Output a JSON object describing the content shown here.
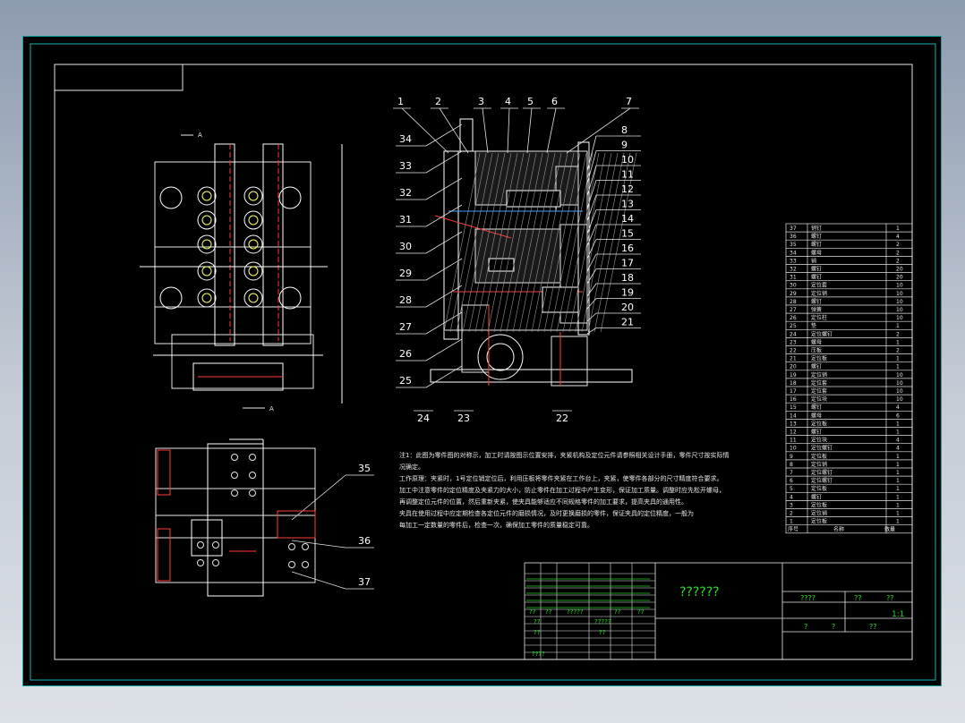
{
  "drawing": {
    "title_label": "??????",
    "part_numbers_main": [
      "1",
      "2",
      "3",
      "4",
      "5",
      "6",
      "7",
      "8",
      "9",
      "10",
      "11",
      "12",
      "13",
      "14",
      "15",
      "16",
      "17",
      "18",
      "19",
      "20",
      "21",
      "22",
      "23",
      "24",
      "25",
      "26",
      "27",
      "28",
      "29",
      "30",
      "31",
      "32",
      "33",
      "34"
    ],
    "part_numbers_lower": [
      "35",
      "36",
      "37"
    ],
    "view_marks": [
      "A",
      "A"
    ],
    "notes": [
      "注1：此图为零件图的对称示，加工时请按图示位置安排，夹紧机构及定位元件请参照相关设计手册，零件尺寸按实际情况确定。",
      "工作原理：夹紧时，1号定位销定位后，利用压板将零件夹紧在工作台上，夹紧，使零件各部分的尺寸精度符合要求。",
      "加工中注意零件的定位精度及夹紧力的大小，防止零件在加工过程中产生变形，保证加工质量。调整时应先松开螺母，",
      "再调整定位元件的位置，然后重新夹紧，使夹具能够适应不同规格零件的加工要求，提高夹具的通用性。",
      "夹具在使用过程中应定期检查各定位元件的磨损情况，及时更换磨损的零件，保证夹具的定位精度，一般为",
      "每加工一定数量的零件后，检查一次，确保加工零件的质量稳定可靠。"
    ],
    "bom_rows": [
      [
        "37",
        "销钉",
        "1"
      ],
      [
        "36",
        "螺钉",
        "4"
      ],
      [
        "35",
        "螺钉",
        "2"
      ],
      [
        "34",
        "螺母",
        "2"
      ],
      [
        "33",
        "销",
        "2"
      ],
      [
        "32",
        "螺钉",
        "20"
      ],
      [
        "31",
        "螺钉",
        "20"
      ],
      [
        "30",
        "定位套",
        "10"
      ],
      [
        "29",
        "定位销",
        "10"
      ],
      [
        "28",
        "螺钉",
        "10"
      ],
      [
        "27",
        "弹簧",
        "10"
      ],
      [
        "26",
        "定位柱",
        "10"
      ],
      [
        "25",
        "垫",
        "1"
      ],
      [
        "24",
        "定位螺钉",
        "2"
      ],
      [
        "23",
        "螺母",
        "1"
      ],
      [
        "22",
        "压板",
        "2"
      ],
      [
        "21",
        "定位板",
        "1"
      ],
      [
        "20",
        "螺钉",
        "1"
      ],
      [
        "19",
        "定位销",
        "10"
      ],
      [
        "18",
        "定位套",
        "10"
      ],
      [
        "17",
        "定位套",
        "10"
      ],
      [
        "16",
        "定位块",
        "10"
      ],
      [
        "15",
        "螺钉",
        "4"
      ],
      [
        "14",
        "螺母",
        "6"
      ],
      [
        "13",
        "定位板",
        "1"
      ],
      [
        "12",
        "螺钉",
        "1"
      ],
      [
        "11",
        "定位块",
        "4"
      ],
      [
        "10",
        "定位螺钉",
        "4"
      ],
      [
        "9",
        "定位板",
        "1"
      ],
      [
        "8",
        "定位销",
        "1"
      ],
      [
        "7",
        "定位螺钉",
        "1"
      ],
      [
        "6",
        "定位螺钉",
        "1"
      ],
      [
        "5",
        "定位板",
        "1"
      ],
      [
        "4",
        "螺钉",
        "1"
      ],
      [
        "3",
        "定位板",
        "1"
      ],
      [
        "2",
        "定位销",
        "1"
      ],
      [
        "1",
        "定位板",
        "1"
      ]
    ],
    "bom_header": [
      "序号",
      "名称",
      "数量"
    ],
    "title_block": {
      "left_labels": [
        "??",
        "??",
        "?????",
        "??",
        "??"
      ],
      "sub_labels": [
        "??",
        "?????",
        "??",
        "??",
        "????"
      ],
      "right_top": [
        "????",
        "??",
        "??"
      ],
      "scale": "1:1",
      "right_bottom": [
        "?",
        "?",
        "??"
      ]
    }
  }
}
